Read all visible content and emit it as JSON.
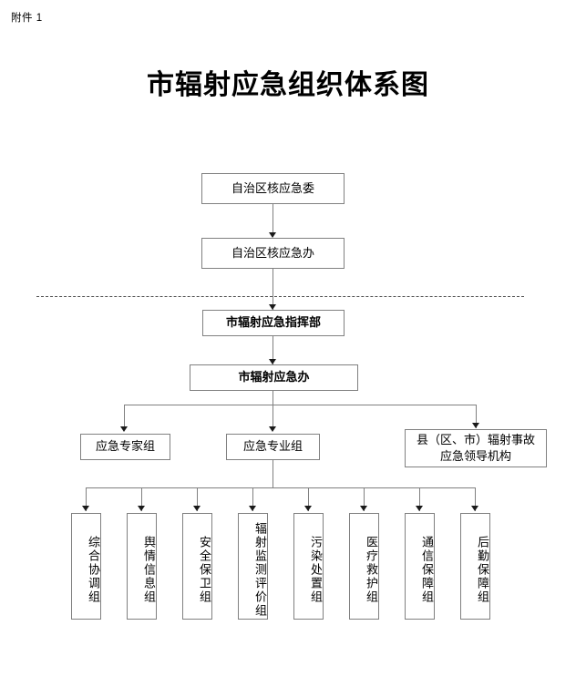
{
  "document": {
    "attachment_label": "附件 1",
    "title": "市辐射应急组织体系图"
  },
  "colors": {
    "box_border": "#808080",
    "connector_line": "#808080",
    "arrow_head": "#1a1a1a",
    "divider_dashed": "#4d4d4d",
    "text": "#000000",
    "background": "#ffffff"
  },
  "chart_data": {
    "type": "diagram",
    "subtype": "organization-hierarchy-flowchart",
    "title": "市辐射应急组织体系图",
    "divider": {
      "style": "dashed",
      "meaning": "separates autonomous-region level from municipal level"
    },
    "levels": [
      {
        "level": 1,
        "nodes": [
          {
            "id": "n1",
            "label": "自治区核应急委",
            "orientation": "horizontal",
            "bold": false
          }
        ]
      },
      {
        "level": 2,
        "nodes": [
          {
            "id": "n2",
            "label": "自治区核应急办",
            "orientation": "horizontal",
            "bold": false
          }
        ]
      },
      {
        "level": 3,
        "nodes": [
          {
            "id": "n3",
            "label": "市辐射应急指挥部",
            "orientation": "horizontal",
            "bold": true
          }
        ]
      },
      {
        "level": 4,
        "nodes": [
          {
            "id": "n4",
            "label": "市辐射应急办",
            "orientation": "horizontal",
            "bold": true
          }
        ]
      },
      {
        "level": 5,
        "nodes": [
          {
            "id": "n5",
            "label": "应急专家组",
            "orientation": "horizontal",
            "bold": false
          },
          {
            "id": "n6",
            "label": "应急专业组",
            "orientation": "horizontal",
            "bold": false
          },
          {
            "id": "n7",
            "label_line1": "县（区、市）辐射事故",
            "label_line2": "应急领导机构",
            "orientation": "horizontal",
            "bold": false
          }
        ]
      },
      {
        "level": 6,
        "nodes": [
          {
            "id": "g1",
            "label": "综合协调组",
            "orientation": "vertical"
          },
          {
            "id": "g2",
            "label": "舆情信息组",
            "orientation": "vertical"
          },
          {
            "id": "g3",
            "label": "安全保卫组",
            "orientation": "vertical"
          },
          {
            "id": "g4",
            "label": "辐射监测评价组",
            "orientation": "vertical"
          },
          {
            "id": "g5",
            "label": "污染处置组",
            "orientation": "vertical"
          },
          {
            "id": "g6",
            "label": "医疗救护组",
            "orientation": "vertical"
          },
          {
            "id": "g7",
            "label": "通信保障组",
            "orientation": "vertical"
          },
          {
            "id": "g8",
            "label": "后勤保障组",
            "orientation": "vertical"
          }
        ]
      }
    ],
    "edges": [
      {
        "from": "n1",
        "to": "n2",
        "arrow": true
      },
      {
        "from": "n2",
        "to": "n3",
        "arrow": true,
        "crosses_divider": true
      },
      {
        "from": "n3",
        "to": "n4",
        "arrow": true
      },
      {
        "from": "n4",
        "to": "n5",
        "arrow": true
      },
      {
        "from": "n4",
        "to": "n6",
        "arrow": true
      },
      {
        "from": "n4",
        "to": "n7",
        "arrow": true
      },
      {
        "from": "n6",
        "to": "g1",
        "arrow": true
      },
      {
        "from": "n6",
        "to": "g2",
        "arrow": true
      },
      {
        "from": "n6",
        "to": "g3",
        "arrow": true
      },
      {
        "from": "n6",
        "to": "g4",
        "arrow": true
      },
      {
        "from": "n6",
        "to": "g5",
        "arrow": true
      },
      {
        "from": "n6",
        "to": "g6",
        "arrow": true
      },
      {
        "from": "n6",
        "to": "g7",
        "arrow": true
      },
      {
        "from": "n6",
        "to": "g8",
        "arrow": true
      }
    ]
  }
}
